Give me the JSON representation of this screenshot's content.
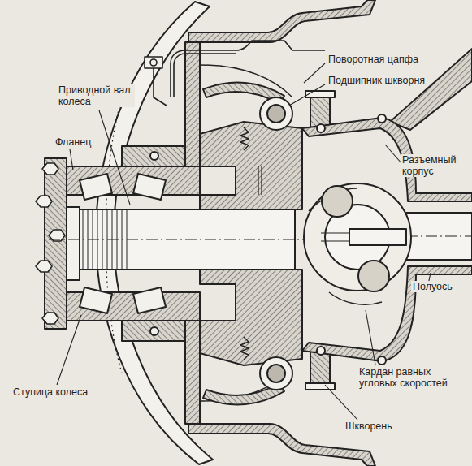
{
  "diagram": {
    "labels": [
      "Поворотная цапфа",
      "Подшипник шкворня",
      "Приводной вал колеса",
      "Фланец",
      "Разъемный корпус",
      "Полуось",
      "Кардан равных угловых скоростей",
      "Ступица колеса",
      "Шкворень"
    ]
  }
}
